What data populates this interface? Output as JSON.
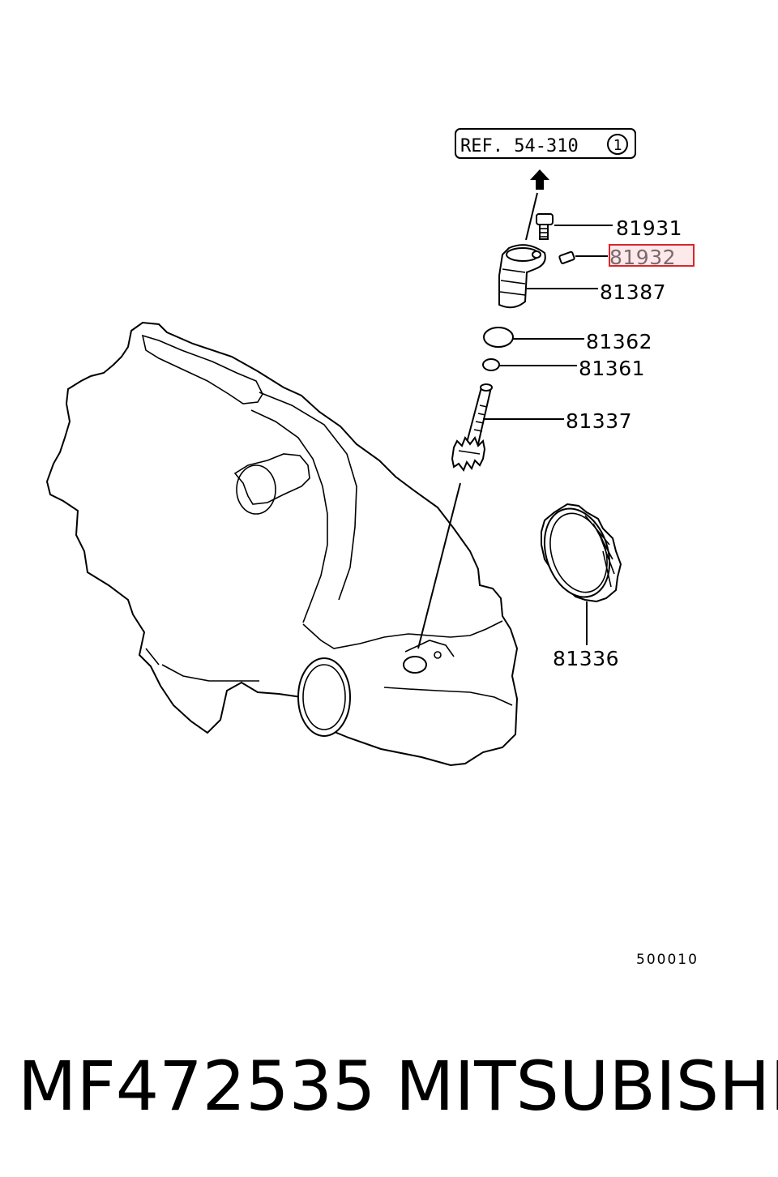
{
  "reference": {
    "text": "REF. 54-310",
    "circled": "1"
  },
  "parts": [
    {
      "number": "81931"
    },
    {
      "number": "81932",
      "highlighted": true
    },
    {
      "number": "81387"
    },
    {
      "number": "81362"
    },
    {
      "number": "81361"
    },
    {
      "number": "81337"
    },
    {
      "number": "81336"
    }
  ],
  "diagram_code": "500010",
  "footer": {
    "part_number": "MF472535",
    "brand": "MITSUBISHI"
  },
  "colors": {
    "highlight_border": "#d9262b",
    "highlight_fill": "#fde8ea",
    "highlight_text": "#7a6a6e"
  }
}
